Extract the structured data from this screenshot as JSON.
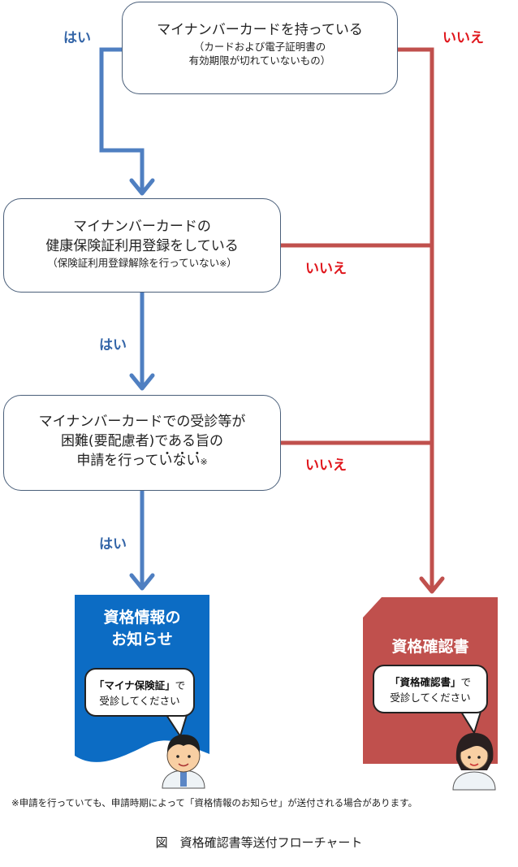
{
  "colors": {
    "yes_line": "#4f7fc1",
    "no_line": "#c0504d",
    "yes_label": "#3566a8",
    "no_label": "#e0171d",
    "info_doc": "#0c6cc4",
    "cert_doc": "#c0504d"
  },
  "box1": {
    "main": "マイナンバーカードを持っている",
    "sub1": "（カードおよび電子証明書の",
    "sub2": "有効期限が切れていないもの）"
  },
  "box2": {
    "line1": "マイナンバーカードの",
    "line2": "健康保険証利用登録をしている",
    "sub": "（保険証利用登録解除を行っていない",
    "note_mark": "※",
    "sub_end": "）"
  },
  "box3": {
    "line1": "マイナンバーカードでの受診等が",
    "line2": "困難(要配慮者)である旨の",
    "line3": "申請を行っていない",
    "note_mark": "※"
  },
  "labels": {
    "yes1": "はい",
    "yes2": "はい",
    "yes3": "はい",
    "no1": "いいえ",
    "no2": "いいえ",
    "no3": "いいえ"
  },
  "result_left": {
    "title1": "資格情報の",
    "title2": "お知らせ",
    "bubble_bold": "「マイナ保険証」",
    "bubble_rest": "で",
    "bubble_line2": "受診してください",
    "icon": "male-staff-icon"
  },
  "result_right": {
    "title": "資格確認書",
    "bubble_bold": "「資格確認書」",
    "bubble_rest": "で",
    "bubble_line2": "受診してください",
    "icon": "female-staff-icon"
  },
  "footnote": "※申請を行っていても、申請時期によって「資格情報のお知らせ」が送付される場合があります。",
  "caption": "図　資格確認書等送付フローチャート"
}
